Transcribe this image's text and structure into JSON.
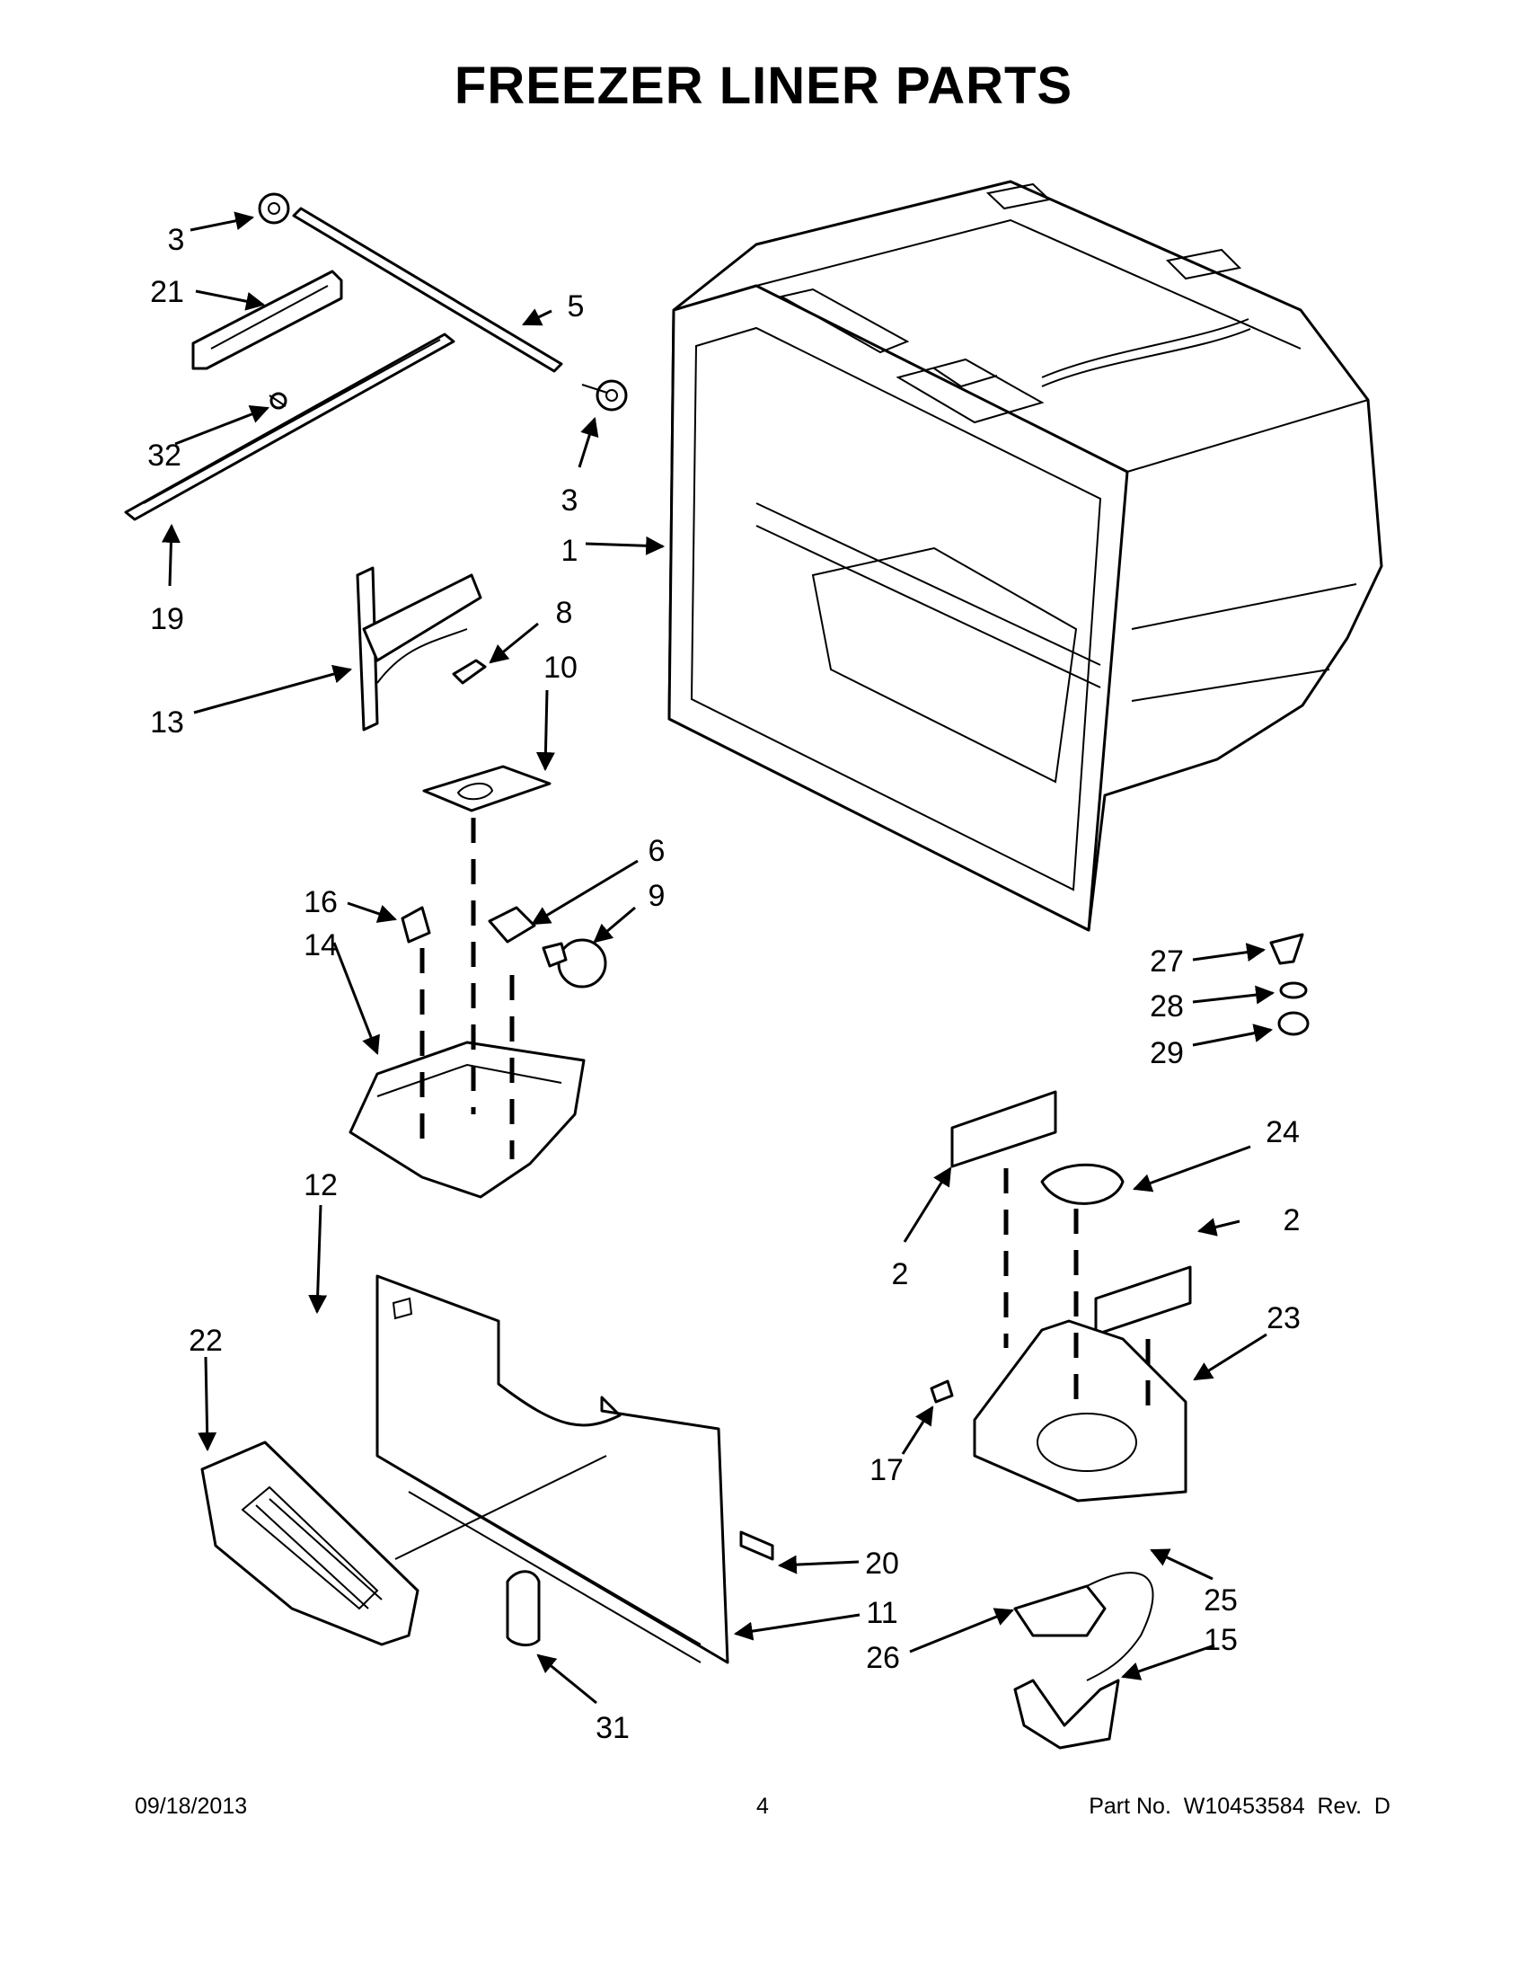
{
  "title": "FREEZER LINER PARTS",
  "footer": {
    "date": "09/18/2013",
    "page_number": "4",
    "part_number": "Part No.  W10453584  Rev.  D"
  },
  "callouts": [
    "3",
    "21",
    "5",
    "32",
    "3",
    "19",
    "1",
    "8",
    "10",
    "13",
    "6",
    "9",
    "16",
    "14",
    "27",
    "28",
    "29",
    "24",
    "2",
    "2",
    "12",
    "23",
    "22",
    "17",
    "25",
    "20",
    "11",
    "15",
    "26",
    "31"
  ]
}
